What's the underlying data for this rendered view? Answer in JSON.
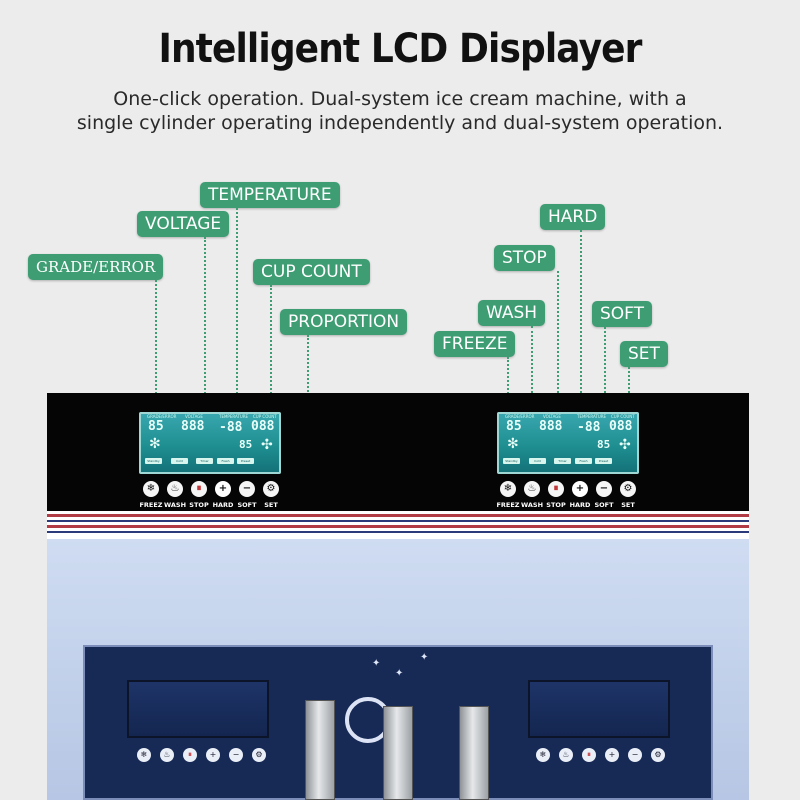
{
  "header": {
    "title": "Intelligent LCD Displayer",
    "subtitle_line1": "One-click operation. Dual-system ice cream machine, with a",
    "subtitle_line2": "single cylinder operating independently and dual-system operation."
  },
  "callouts_left": {
    "grade_error": "GRADE/ERROR",
    "voltage": "VOLTAGE",
    "temperature": "TEMPERATURE",
    "cup_count": "CUP COUNT",
    "proportion": "PROPORTION"
  },
  "callouts_right": {
    "freeze": "FREEZE",
    "wash": "WASH",
    "stop": "STOP",
    "hard": "HARD",
    "soft": "SOFT",
    "set": "SET"
  },
  "lcd": {
    "grade": "85",
    "voltage": "888",
    "temperature": "-88",
    "cup_count": "088",
    "proportion": "85",
    "small_headers": [
      "GRADE/ERROR",
      "VOLTAGE",
      "TEMPERATURE",
      "CUP COUNT"
    ],
    "soft_buttons": [
      "Standby",
      "Cold",
      "Timer",
      "Fresh",
      "Preset"
    ]
  },
  "panel_buttons": [
    {
      "label": "FREEZ",
      "icon": "snowflake-icon",
      "glyph": "❄"
    },
    {
      "label": "WASH",
      "icon": "wash-icon",
      "glyph": "♨"
    },
    {
      "label": "STOP",
      "icon": "stop-icon",
      "glyph": "⏸"
    },
    {
      "label": "HARD",
      "icon": "plus-icon",
      "glyph": "+"
    },
    {
      "label": "SOFT",
      "icon": "minus-icon",
      "glyph": "−"
    },
    {
      "label": "SET",
      "icon": "gear-icon",
      "glyph": "⚙"
    }
  ],
  "colors": {
    "callout": "#3e9d73",
    "panel": "#050505",
    "lcd": "#1f8f91",
    "machine_body": "#172a55"
  }
}
